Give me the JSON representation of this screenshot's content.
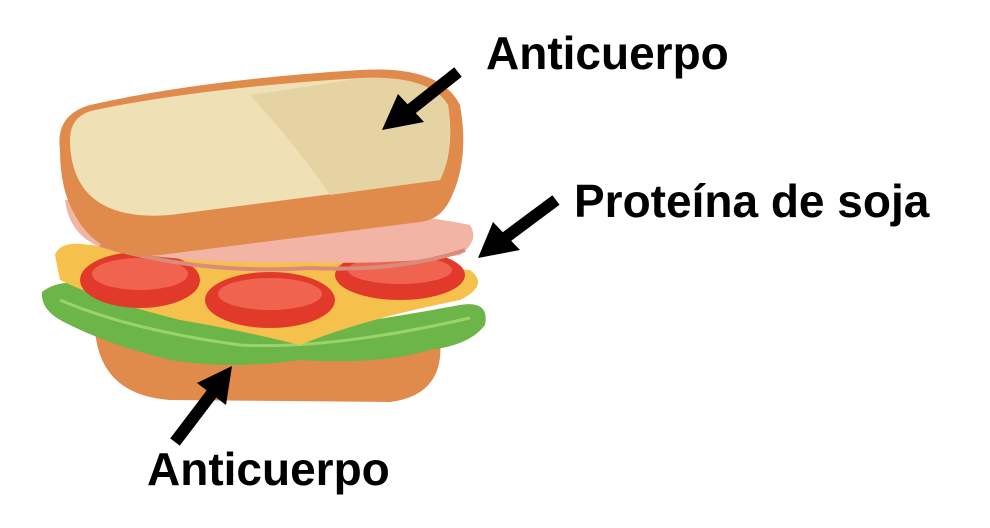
{
  "labels": {
    "top_bread": "Anticuerpo",
    "middle_filling": "Proteína de soja",
    "bottom_bread": "Anticuerpo"
  },
  "colors": {
    "bread_crust": "#e08a4c",
    "bread_top": "#efe0b6",
    "ham": "#f2b5a5",
    "tomato": "#e23a2a",
    "cheese": "#f6c04c",
    "lettuce": "#6cb548",
    "arrow": "#000000"
  }
}
